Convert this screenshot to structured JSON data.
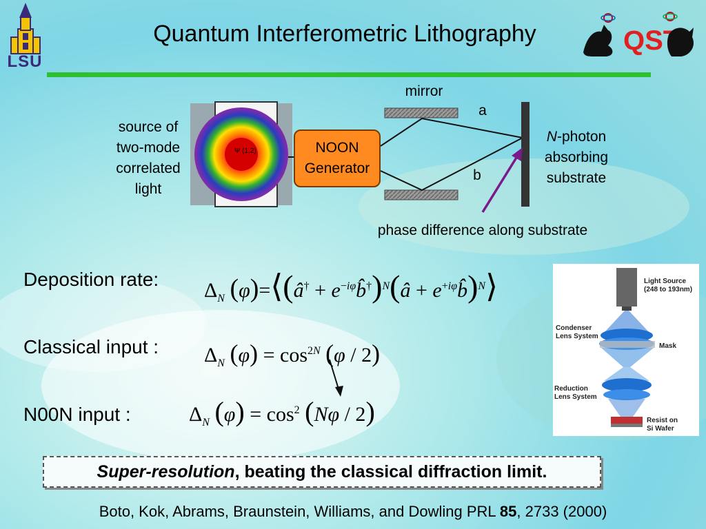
{
  "title": "Quantum Interferometric Lithography",
  "logos": {
    "lsu": "LSU",
    "qst": "QST"
  },
  "diagram": {
    "source_label": [
      "source of",
      "two-mode",
      "correlated",
      "light"
    ],
    "ring_label": "Ψ (1,2)",
    "noon_label": [
      "NOON",
      "Generator"
    ],
    "mirror_label": "mirror",
    "beam_a": "a",
    "beam_b": "b",
    "absorber_label_prefix": "N",
    "absorber_label": [
      "-photon",
      "absorbing",
      "substrate"
    ],
    "phase_label": "phase difference along substrate"
  },
  "rows": [
    {
      "label": "Deposition rate:"
    },
    {
      "label": "Classical input :"
    },
    {
      "label": "N00N input :"
    }
  ],
  "lithography_photo": {
    "labels": [
      "Light Source",
      "(248 to 193nm)",
      "Condenser",
      "Lens System",
      "Mask",
      "Reduction",
      "Lens System",
      "Resist on",
      "Si Wafer"
    ]
  },
  "highlight": {
    "italic_part": "Super-resolution",
    "rest": ", beating the classical diffraction limit."
  },
  "reference": {
    "authors": "Boto, Kok, Abrams, Braunstein, Williams, and Dowling PRL ",
    "volume": "85",
    "pages": ", 2733 (2000)"
  },
  "colors": {
    "accent_bar": "#2ec02e",
    "noon_box": "#ff8a1f",
    "arrow": "#7a1a8a"
  }
}
